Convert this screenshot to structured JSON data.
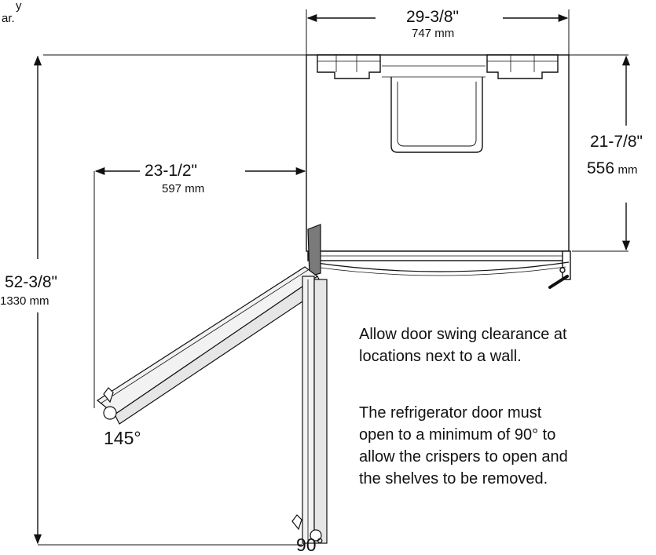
{
  "corner_text": {
    "line1": "y",
    "line2": "ar."
  },
  "dimensions": {
    "width": {
      "imperial": "29-3/8\"",
      "metric": "747 mm"
    },
    "depth": {
      "imperial": "21-7/8\"",
      "metric_value": "556",
      "metric_unit": "mm"
    },
    "door_clearance": {
      "imperial": "23-1/2\"",
      "metric": "597 mm"
    },
    "total_depth": {
      "imperial": "52-3/8\"",
      "metric": "1330 mm"
    }
  },
  "angles": {
    "a145": "145°",
    "a90": "90°"
  },
  "notes": {
    "note1": "Allow door swing clearance at\nlocations next to a wall.",
    "note2": "The refrigerator door must\nopen to a minimum of 90° to\nallow the crispers to open and\nthe shelves to be removed."
  },
  "colors": {
    "line": "#111111",
    "door_fill": "#e6e6e6",
    "hinge_fill": "#7a7a7a"
  }
}
